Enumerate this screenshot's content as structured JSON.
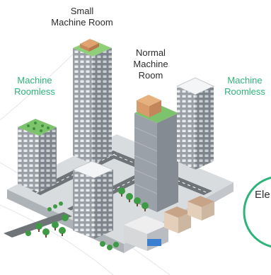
{
  "labels": {
    "small_room": [
      "Small",
      "Machine Room"
    ],
    "normal_room": [
      "Normal",
      "Machine",
      "Room"
    ],
    "roomless_left": [
      "Machine",
      "Roomless"
    ],
    "roomless_right": [
      "Machine",
      "Roomless"
    ],
    "badge_partial": "Ele"
  },
  "colors": {
    "label_dark": "#2b2b2b",
    "label_green": "#2eb37a",
    "roof_green": "#7cc36b",
    "machine_room_orange": "#e0a36f",
    "badge_green": "#2eb37a"
  }
}
